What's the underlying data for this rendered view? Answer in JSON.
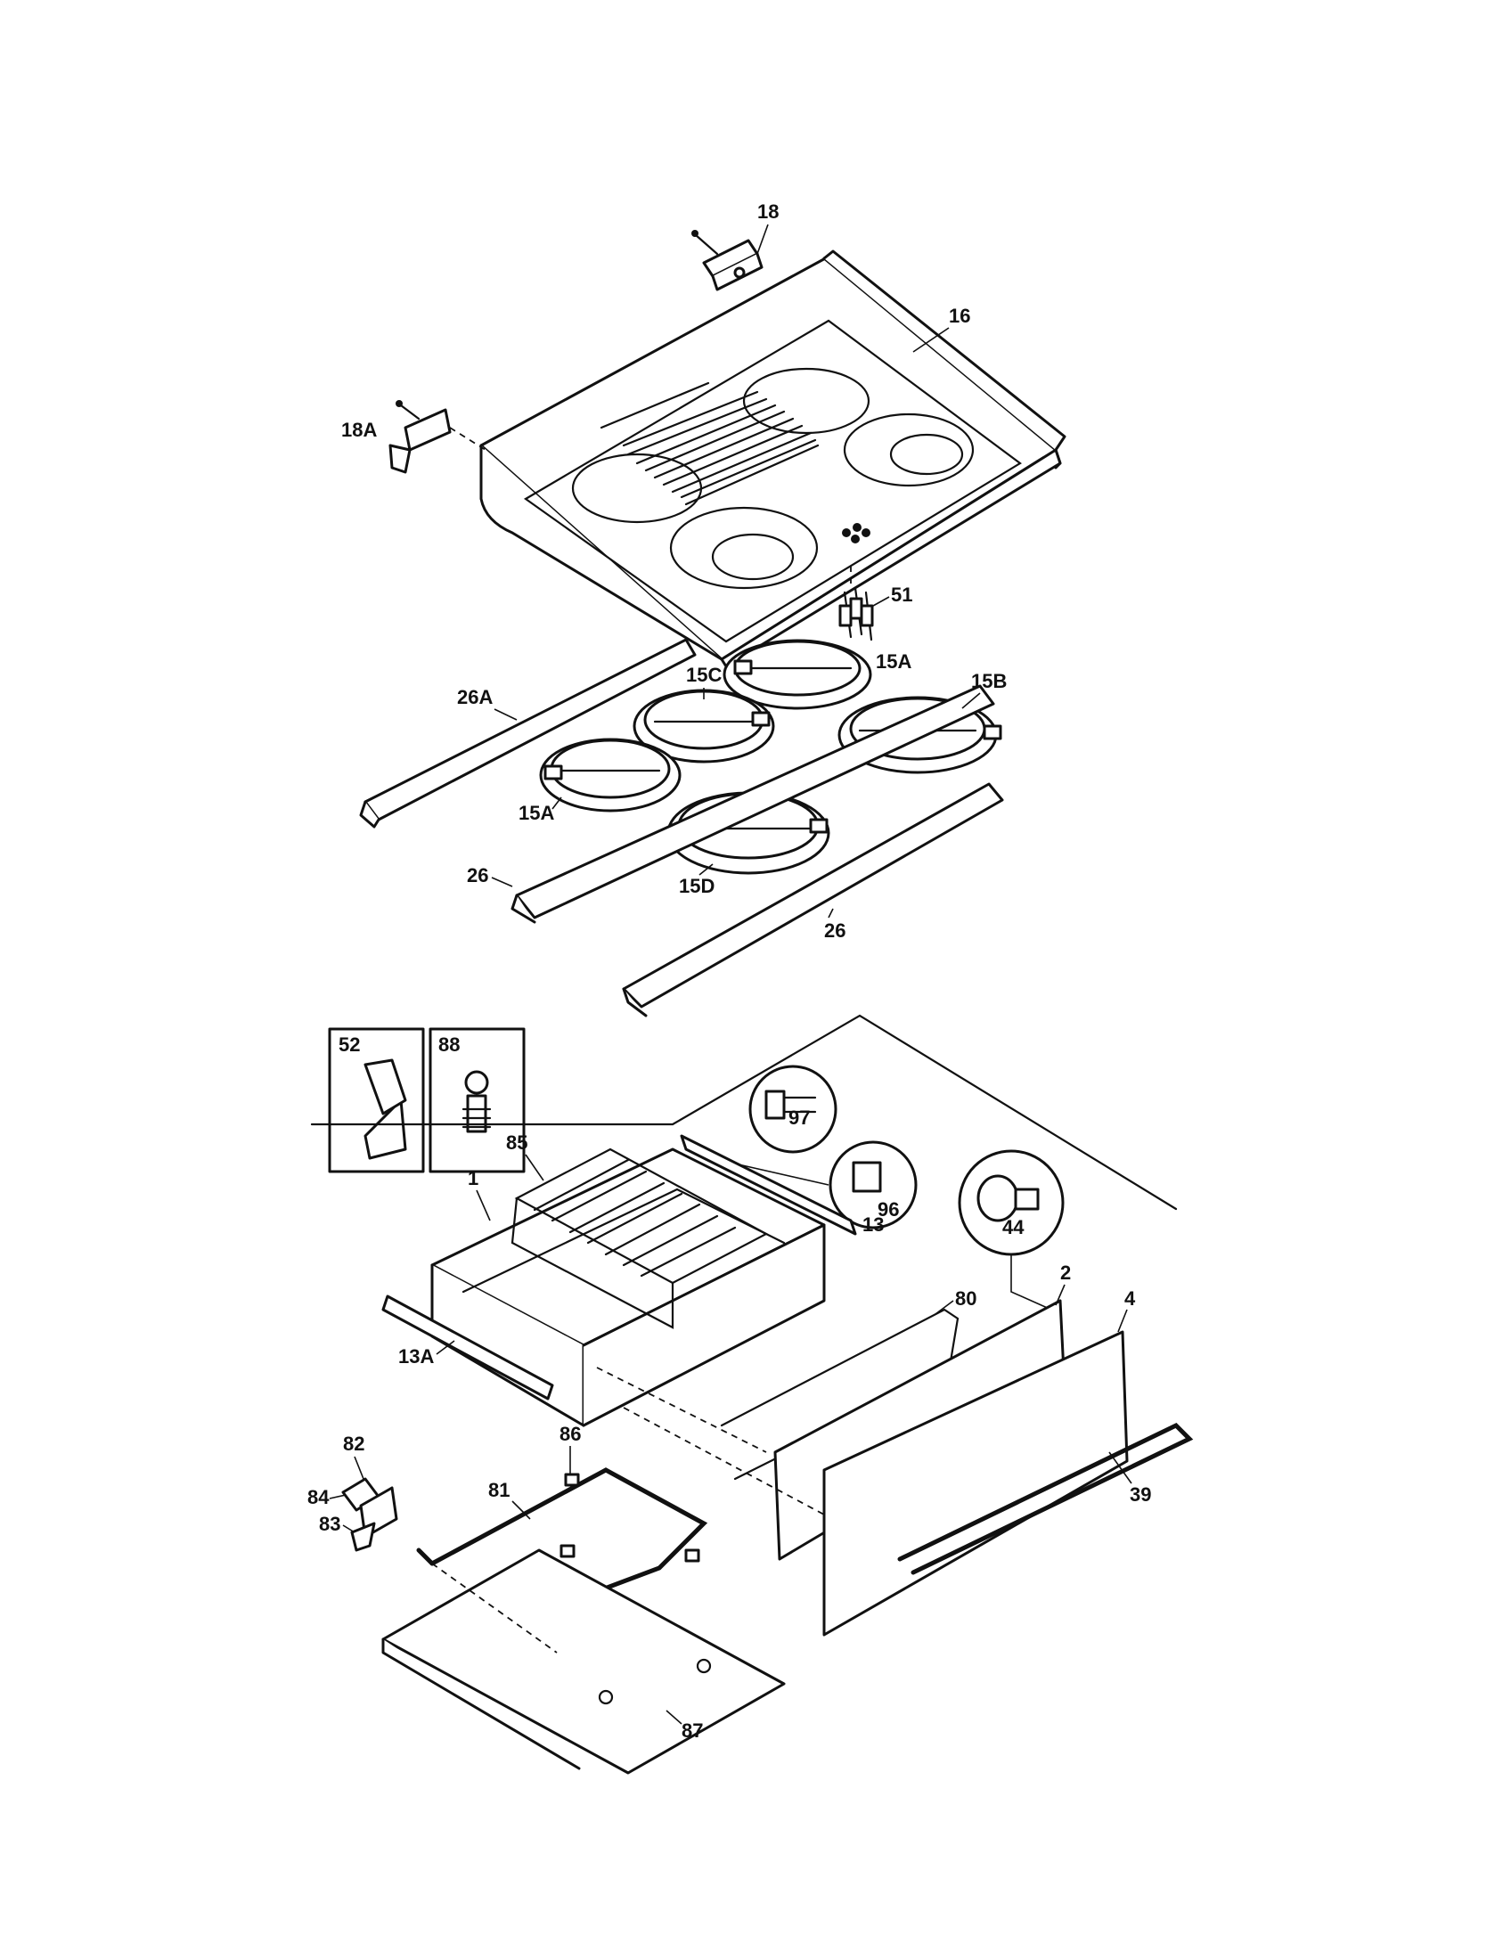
{
  "labels": {
    "p18": "18",
    "p16": "16",
    "p18a": "18A",
    "p51": "51",
    "p15a_top": "15A",
    "p15c": "15C",
    "p15b": "15B",
    "p26a": "26A",
    "p15a_left": "15A",
    "p15d": "15D",
    "p26_left": "26",
    "p26_right": "26",
    "p52": "52",
    "p88_box": "88",
    "p97": "97",
    "p96": "96",
    "p85": "85",
    "p1": "1",
    "p13": "13",
    "p44": "44",
    "p2": "2",
    "p4": "4",
    "p80": "80",
    "p13a": "13A",
    "p39": "39",
    "p82": "82",
    "p86": "86",
    "p84": "84",
    "p83": "83",
    "p81": "81",
    "p87": "87"
  }
}
